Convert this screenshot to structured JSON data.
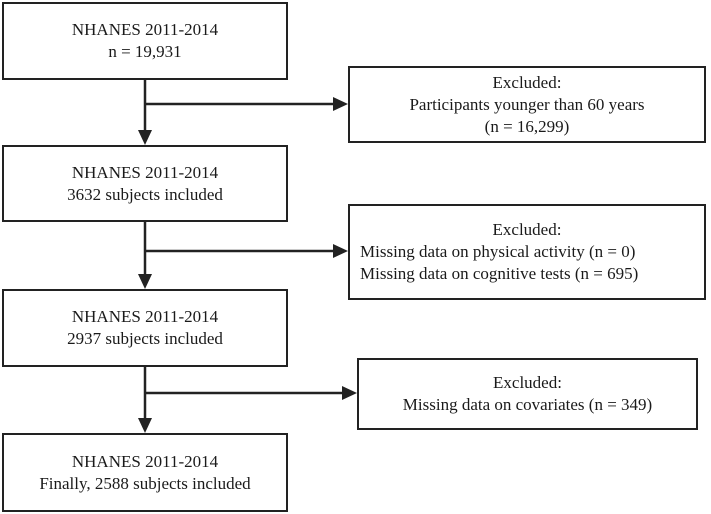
{
  "main_boxes": [
    {
      "line1": "NHANES 2011-2014",
      "line2": "n = 19,931"
    },
    {
      "line1": "NHANES 2011-2014",
      "line2": "3632 subjects included"
    },
    {
      "line1": "NHANES 2011-2014",
      "line2": "2937 subjects included"
    },
    {
      "line1": "NHANES 2011-2014",
      "line2": "Finally, 2588 subjects included"
    }
  ],
  "exclusion_boxes": [
    {
      "title": "Excluded:",
      "items": [
        "Participants younger than 60 years",
        "(n = 16,299)"
      ]
    },
    {
      "title": "Excluded:",
      "items": [
        "Missing data on physical activity (n = 0)",
        "Missing data on cognitive tests (n = 695)"
      ]
    },
    {
      "title": "Excluded:",
      "items": [
        "Missing data on covariates (n = 349)"
      ]
    }
  ],
  "colors": {
    "stroke": "#222222",
    "background": "#ffffff",
    "text": "#1a1a1a"
  }
}
